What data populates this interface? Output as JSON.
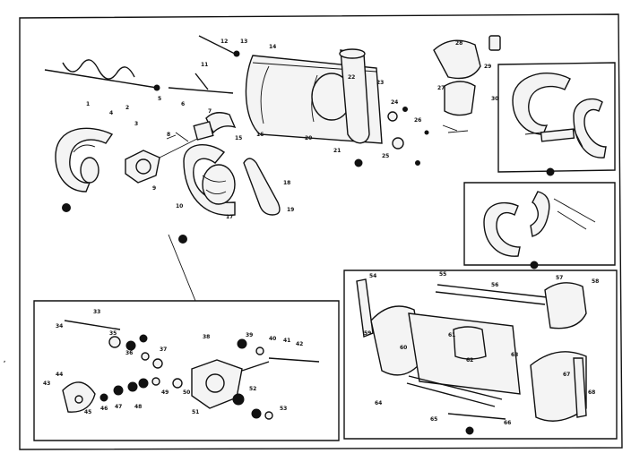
{
  "page": {
    "background": "#ffffff",
    "ink_color": "#111111"
  },
  "callouts": {
    "main": [
      "1",
      "2",
      "3",
      "4",
      "5",
      "6",
      "7",
      "8",
      "9",
      "10",
      "11",
      "12",
      "13",
      "14",
      "15",
      "16",
      "17",
      "18",
      "19",
      "20",
      "21",
      "22",
      "23",
      "24",
      "25",
      "26",
      "27",
      "28",
      "29",
      "30"
    ],
    "gearbox": [
      "33",
      "34",
      "35",
      "36",
      "37",
      "38",
      "39",
      "40",
      "41",
      "42",
      "43",
      "44",
      "45",
      "46",
      "47",
      "48",
      "49",
      "50",
      "51",
      "52",
      "53"
    ],
    "housing": [
      "54",
      "55",
      "56",
      "57",
      "58",
      "59",
      "60",
      "61",
      "62",
      "63",
      "64",
      "65",
      "66",
      "67",
      "68"
    ]
  }
}
